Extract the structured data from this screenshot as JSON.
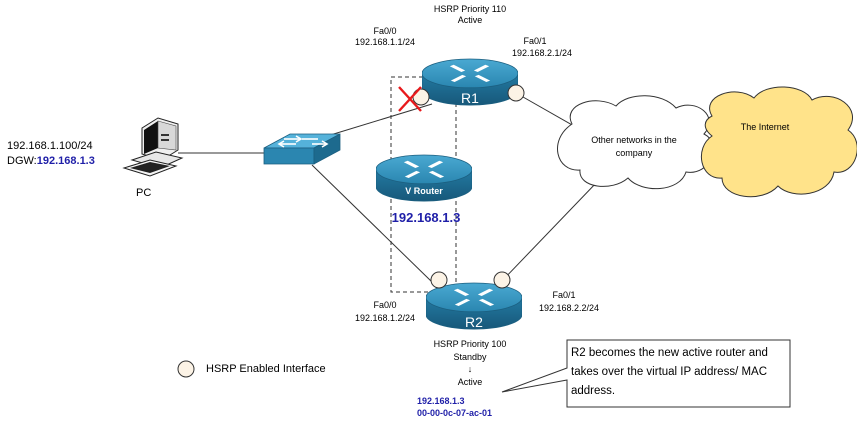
{
  "pc": {
    "ip": "192.168.1.100/24",
    "dgw_label": "DGW:",
    "dgw_value": "192.168.1.3",
    "label": "PC"
  },
  "r1": {
    "name": "R1",
    "priority": "HSRP Priority 110",
    "state": "Active",
    "fa00_name": "Fa0/0",
    "fa00_ip": "192.168.1.1/24",
    "fa01_name": "Fa0/1",
    "fa01_ip": "192.168.2.1/24"
  },
  "r2": {
    "name": "R2",
    "priority": "HSRP Priority 100",
    "state_before": "Standby",
    "arrow": "↓",
    "state_after": "Active",
    "fa00_name": "Fa0/0",
    "fa00_ip": "192.168.1.2/24",
    "fa01_name": "Fa0/1",
    "fa01_ip": "192.168.2.2/24",
    "virtual_ip": "192.168.1.3",
    "virtual_mac": "00-00-0c-07-ac-01"
  },
  "vrouter": {
    "name": "V Router",
    "ip": "192.168.1.3"
  },
  "clouds": {
    "company_line1": "Other networks in the",
    "company_line2": "company",
    "internet": "The Internet"
  },
  "legend": {
    "label": "HSRP Enabled Interface"
  },
  "callout": {
    "text": "R2 becomes the new active router and takes over the virtual IP address/ MAC address."
  },
  "colors": {
    "router_top": "#2f8fb8",
    "router_side": "#1d6a8e",
    "switch": "#2f8fb8",
    "internet_cloud": "#ffe38a",
    "interface_circle": "#fcf3e6",
    "virtual_text": "#1f1fa8",
    "failure_x": "#e8191c"
  },
  "icons": {
    "router": "router-icon",
    "switch": "switch-icon",
    "pc": "pc-icon",
    "failure": "failure-x-icon"
  }
}
